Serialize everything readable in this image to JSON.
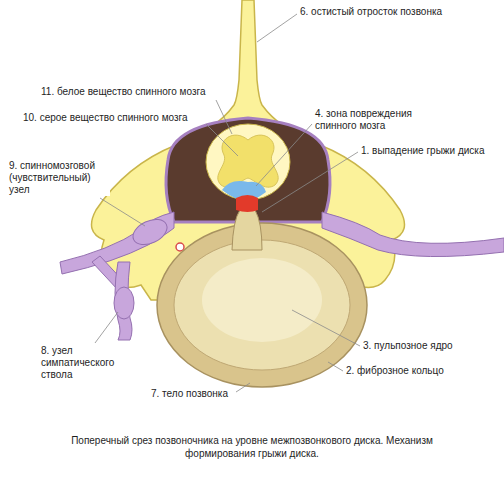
{
  "diagram": {
    "caption": "Поперечный срез позвоночника на уровне межпозвонкового диска. Механизм формирования грыжи диска.",
    "labels": [
      "6. остистый отросток позвонка",
      "11. белое вещество спинного мозга",
      "10. серое вещество спинного мозга",
      "4. зона повреждения спинного мозга",
      "1. выпадение грыжи диска",
      "9. спинномозговой (чувствительный) узел",
      "3. пульпозное ядро",
      "8. узел симпатического ствола",
      "2. фиброзное кольцо",
      "7. тело позвонка"
    ]
  }
}
